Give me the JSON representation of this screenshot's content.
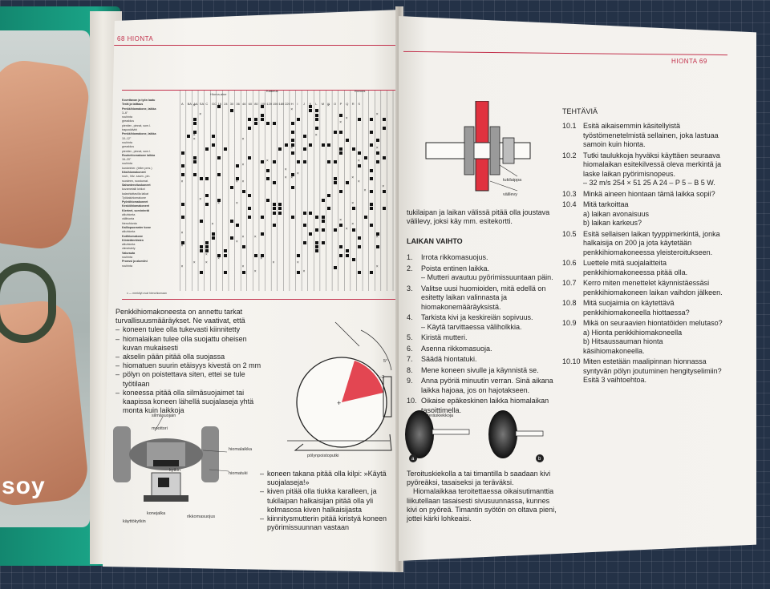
{
  "cover": {
    "logo_text": "soy"
  },
  "left_page": {
    "header": "68  HIONTA",
    "table": {
      "group_headings": [
        "Hioma-aine",
        "Karkeus",
        "Kovuus"
      ],
      "column_headers": [
        "A",
        "BA",
        "AA",
        "SA",
        "C",
        "GC",
        "16",
        "24",
        "30",
        "36",
        "46",
        "60",
        "80",
        "100",
        "120",
        "150",
        "180",
        "220",
        "H",
        "I",
        "J",
        "K",
        "L",
        "M",
        "N",
        "O",
        "P",
        "Q",
        "R",
        "S"
      ],
      "row_labels": [
        "Kovettavan ja työn laatu",
        "Terät ja talttaus",
        "Penkkihiomakone, laikka",
        "3–6\"",
        "rouhinta",
        "greaddus",
        "pieniter., pinnat, som.l.",
        "trapzoidiviiri",
        "Penkkihiomakone, laikka",
        "10–12\"",
        "rouhinta",
        "greaddus",
        "pieniter., pinnat, som.l.",
        "Rouhehiomakone laikka",
        "16–20\"",
        "rouhinta",
        "kankeinter. (teller pres.)",
        "Käsihiomakoneet",
        "rouh., hitz. saum., pin.",
        "ruosteen, ruostumat.",
        "Sahanteroituskoneet",
        "kovametalli lohkot",
        "kalanhiottavilla laikat",
        "Työkaluhiomakone",
        "Pyöröhiomakoneet",
        "Keskiöhiomakoneet",
        "Kierteet, sorvinterät",
        "alkuhionta",
        "välihionta",
        "hienohionta",
        "Kalliopuoranter kone",
        "alkuhionta",
        "Kotihiomakone",
        "Kiinteäteräisten",
        "alkuhionta",
        "viimeistely",
        "Valurauta",
        "rouhinta",
        "Pronssi ja alumiini",
        "rouhinta"
      ],
      "footnote": "x — merkityt ovat hienohiomaan"
    },
    "paragraph_intro": "Penkkihiomakoneesta on annettu tarkat turvallisuusmääräykset. Ne vaativat, että",
    "bullets_a": [
      "koneen tulee olla tukevasti kiinnitetty",
      "hiomalaikan tulee olla suojattu oheisen kuvan mukaisesti",
      "akselin pään pitää olla suojassa",
      "hiomatuen suurin etäisyys kivestä on 2 mm",
      "pölyn on poistettava siten, ettei se tule työtilaan",
      "koneessa pitää olla silmäsuojaimet tai kaapissa koneen lähellä suojalaseja yhtä monta kuin laikkoja"
    ],
    "diagram_right_label": "pölynpoistoputki",
    "diagram_right_dims": [
      "1–2",
      "5°"
    ],
    "diagram_left_labels": [
      "silmäsuojain",
      "moottori",
      "hiomalaikka",
      "hiomatuki",
      "kytkin",
      "konejalka",
      "rikkomasuojus",
      "käyttökytkin"
    ],
    "bullets_b": [
      "koneen takana pitää olla kilpi: »Käytä suojalaseja!»",
      "kiven pitää olla tiukka karalleen, ja tukilaipan halkaisijan pitää olla yli kolmasosa kiven halkaisijasta",
      "kiinnitysmutterin pitää kiristyä koneen pyörimissuunnan vastaan"
    ]
  },
  "right_page": {
    "header": "HIONTA 69",
    "diagram_labels": [
      "tukilaippa",
      "välilevy"
    ],
    "note": "tukilaipan ja laikan välissä pitää olla joustava välilevy, joksi käy mm. esitekortti.",
    "section_title": "LAIKAN VAIHTO",
    "steps": [
      {
        "num": "1.",
        "text": "Irrota rikkomasuojus."
      },
      {
        "num": "2.",
        "text": "Poista entinen laikka.",
        "sub": "– Mutteri avautuu pyörimissuuntaan päin."
      },
      {
        "num": "3.",
        "text": "Valitse uusi huomioiden, mitä edellä on esitetty laikan valinnasta ja hiomakonemääräyksistä."
      },
      {
        "num": "4.",
        "text": "Tarkista kivi ja keskireiän sopivuus.",
        "sub": "– Käytä tarvittaessa väliholkkia."
      },
      {
        "num": "5.",
        "text": "Kiristä mutteri."
      },
      {
        "num": "6.",
        "text": "Asenna rikkomasuoja."
      },
      {
        "num": "7.",
        "text": "Säädä hiontatuki."
      },
      {
        "num": "8.",
        "text": "Mene koneen sivulle ja käynnistä se."
      },
      {
        "num": "9.",
        "text": "Anna pyöriä minuutin verran. Sinä aikana laikka hajoaa, jos on hajotakseen."
      },
      {
        "num": "10.",
        "text": "Oikaise epäkeskinen laikka hiomalaikan tasoittimella."
      }
    ],
    "dresser_label": "teräskiekkoja",
    "badges": [
      "a",
      "b"
    ],
    "paragraph_dress": "Teroituskiekolla a tai timantilla b saadaan kivi pyöreäksi, tasaiseksi ja teräväksi.",
    "paragraph_dress_2": "Hiomalaikkaa teroitettaessa oikaisutimanttia liikutellaan tasaisesti sivusuunnassa, kunnes kivi on pyöreä. Timantin syötön on oltava pieni, jottei kärki lohkeaisi.",
    "tasks_title": "TEHTÄVIÄ",
    "tasks": [
      {
        "num": "10.1",
        "text": "Esitä aikaisemmin käsitellyistä työstömenetelmistä sellainen, joka lastuaa samoin kuin hionta."
      },
      {
        "num": "10.2",
        "text": "Tutki taulukkoja hyväksi käyttäen seuraava hiomalaikan esitekilvessä oleva merkintä ja laske laikan pyörimisnopeus.",
        "sub": "– 32 m/s 254 × 51  25 A 24 – P 5 – B 5 W."
      },
      {
        "num": "10.3",
        "text": "Minkä aineen hiontaan tämä laikka sopii?"
      },
      {
        "num": "10.4",
        "text": "Mitä tarkoittaa",
        "subs": [
          "a)  laikan avonaisuus",
          "b)  laikan karkeus?"
        ]
      },
      {
        "num": "10.5",
        "text": "Esitä sellaisen laikan tyyppimerkintä, jonka halkaisija on 200 ja jota käytetään penkkihiomakoneessa yleisteroitukseen."
      },
      {
        "num": "10.6",
        "text": "Luettele mitä suojalaitteita penkkihiomakoneessa pitää olla."
      },
      {
        "num": "10.7",
        "text": "Kerro miten menettelet käynnistäessäsi penkkihiomakoneen laikan vaihdon jälkeen."
      },
      {
        "num": "10.8",
        "text": "Mitä suojaimia on käytettävä penkkihiomakoneella hiottaessa?"
      },
      {
        "num": "10.9",
        "text": "Mikä on seuraavien hiontatöiden melutaso?",
        "subs": [
          "a)  Hionta penkkihiomakoneella",
          "b)  Hitsaussauman hionta käsihiomakoneella."
        ]
      },
      {
        "num": "10.10",
        "text": "Miten estetään maalipinnan hionnassa syntyvän pölyn joutuminen hengityselimiin? Esitä 3 vaihtoehtoa."
      }
    ]
  }
}
